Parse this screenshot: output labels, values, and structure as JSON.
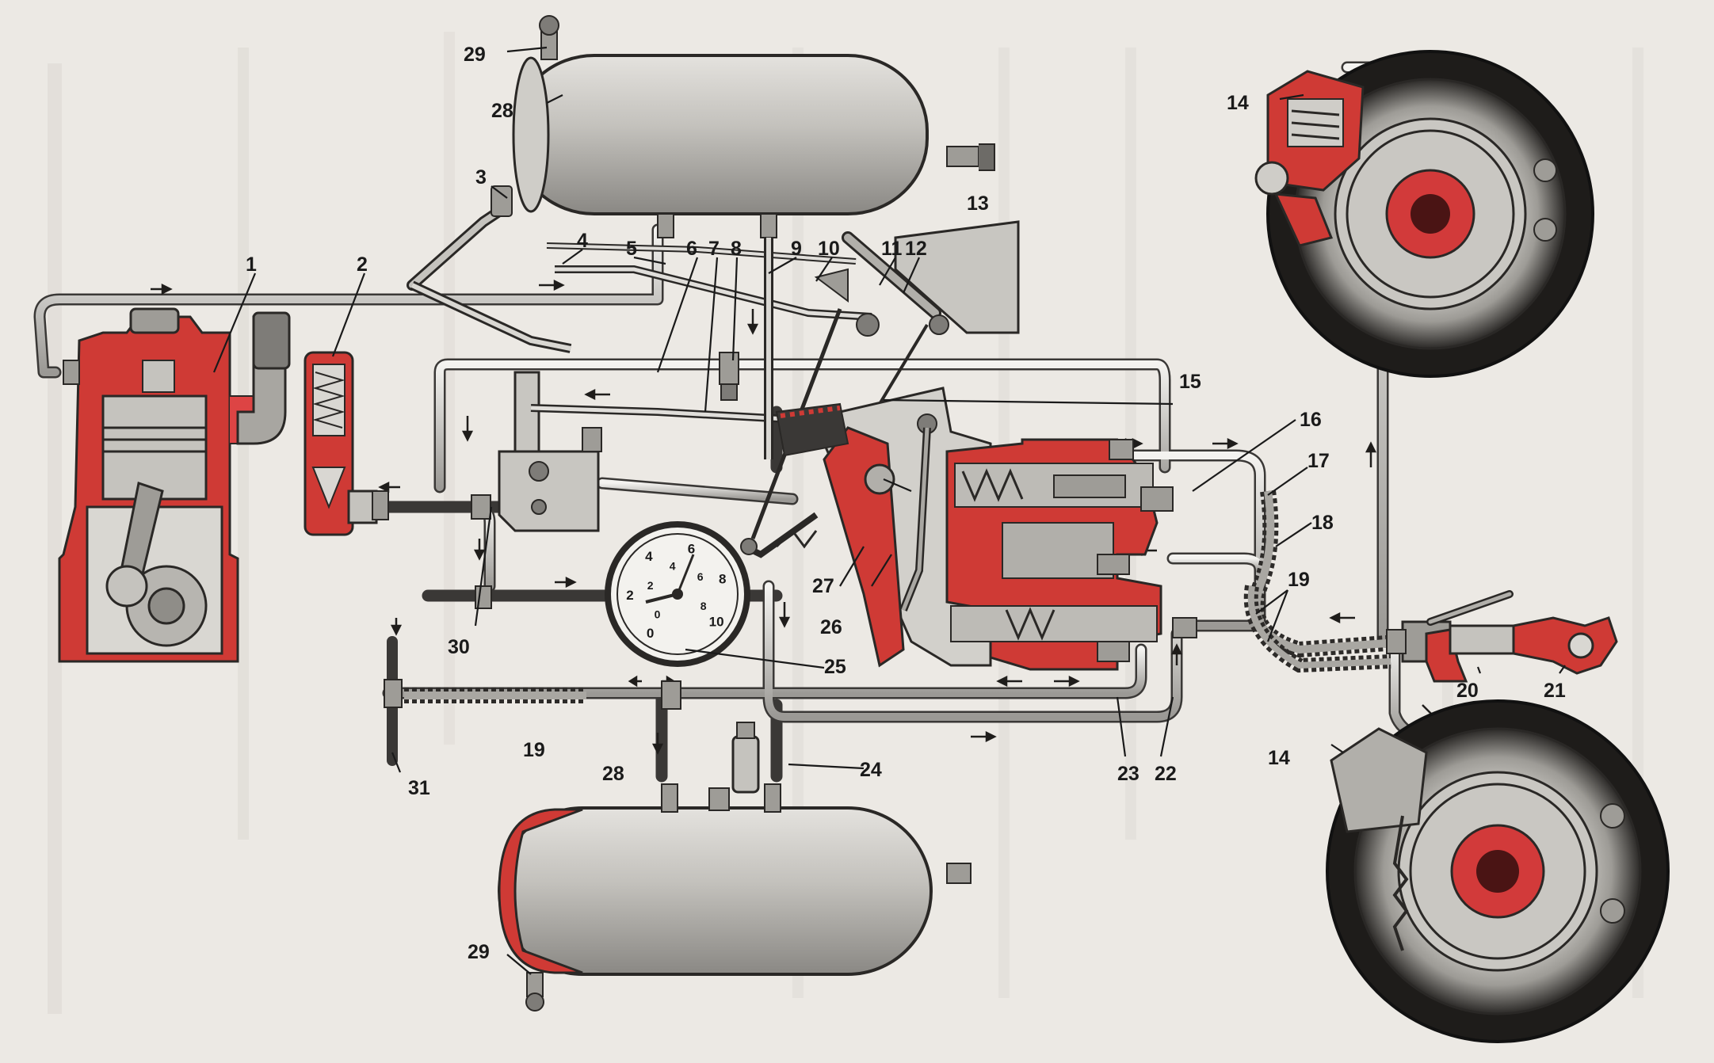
{
  "colors": {
    "paper": "#ece9e4",
    "metal": "#bdbbb6",
    "metal_dark": "#6d6b67",
    "section_red": "#cf3a35",
    "outline": "#2a2826",
    "hub_red": "#d23a3a"
  },
  "labels": [
    {
      "id": "1",
      "text": "1"
    },
    {
      "id": "2",
      "text": "2"
    },
    {
      "id": "3",
      "text": "3"
    },
    {
      "id": "4",
      "text": "4"
    },
    {
      "id": "5",
      "text": "5"
    },
    {
      "id": "6",
      "text": "6"
    },
    {
      "id": "7",
      "text": "7"
    },
    {
      "id": "8",
      "text": "8"
    },
    {
      "id": "9",
      "text": "9"
    },
    {
      "id": "10",
      "text": "10"
    },
    {
      "id": "11",
      "text": "11"
    },
    {
      "id": "12",
      "text": "12"
    },
    {
      "id": "13",
      "text": "13"
    },
    {
      "id": "14a",
      "text": "14"
    },
    {
      "id": "14b",
      "text": "14"
    },
    {
      "id": "15",
      "text": "15"
    },
    {
      "id": "16",
      "text": "16"
    },
    {
      "id": "17",
      "text": "17"
    },
    {
      "id": "18",
      "text": "18"
    },
    {
      "id": "19a",
      "text": "19"
    },
    {
      "id": "19b",
      "text": "19"
    },
    {
      "id": "20",
      "text": "20"
    },
    {
      "id": "21",
      "text": "21"
    },
    {
      "id": "22",
      "text": "22"
    },
    {
      "id": "23",
      "text": "23"
    },
    {
      "id": "24",
      "text": "24"
    },
    {
      "id": "25",
      "text": "25"
    },
    {
      "id": "26",
      "text": "26"
    },
    {
      "id": "27",
      "text": "27"
    },
    {
      "id": "28a",
      "text": "28"
    },
    {
      "id": "28b",
      "text": "28"
    },
    {
      "id": "29a",
      "text": "29"
    },
    {
      "id": "29b",
      "text": "29"
    },
    {
      "id": "30",
      "text": "30"
    },
    {
      "id": "31",
      "text": "31"
    }
  ],
  "gauge": {
    "outer_scale": [
      "0",
      "2",
      "4",
      "6",
      "8",
      "10"
    ],
    "inner_scale": [
      "0",
      "2",
      "4",
      "6",
      "8"
    ]
  }
}
